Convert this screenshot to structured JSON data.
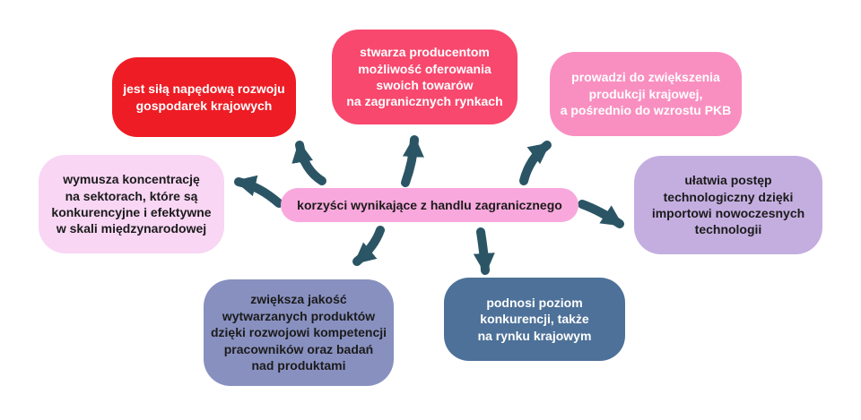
{
  "diagram": {
    "background": "#ffffff",
    "arrow_color": "#2b5565",
    "center": {
      "label": "korzyści wynikające z handlu zagranicznego",
      "bg": "#f8a8dc",
      "text_color": "#1b1b1b"
    },
    "nodes": {
      "driving_force": {
        "lines": [
          "jest siłą napędową rozwoju",
          "gospodarek krajowych"
        ],
        "bg": "#ee1c24",
        "text_color": "#ffffff"
      },
      "foreign_markets": {
        "lines": [
          "stwarza producentom",
          "możliwość oferowania",
          "swoich towarów",
          "na zagranicznych rynkach"
        ],
        "bg": "#f8486e",
        "text_color": "#ffffff"
      },
      "production_gdp": {
        "lines": [
          "prowadzi do zwiększenia",
          "produkcji krajowej,",
          "a pośrednio do wzrostu PKB"
        ],
        "bg": "#f98fc0",
        "text_color": "#ffffff"
      },
      "sector_focus": {
        "lines": [
          "wymusza koncentrację",
          "na sektorach, które są",
          "konkurencyjne i efektywne",
          "w skali międzynarodowej"
        ],
        "bg": "#f8d6f4",
        "text_color": "#1b1b1b"
      },
      "tech_progress": {
        "lines": [
          "ułatwia postęp",
          "technologiczny dzięki",
          "importowi nowoczesnych",
          "technologii"
        ],
        "bg": "#c4aee0",
        "text_color": "#1b1b1b"
      },
      "product_quality": {
        "lines": [
          "zwiększa jakość",
          "wytwarzanych produktów",
          "dzięki rozwojowi kompetencji",
          "pracowników oraz badań",
          "nad produktami"
        ],
        "bg": "#8890c0",
        "text_color": "#1b1b1b"
      },
      "competition": {
        "lines": [
          "podnosi poziom",
          "konkurencji, także",
          "na rynku krajowym"
        ],
        "bg": "#4d7198",
        "text_color": "#ffffff"
      }
    }
  }
}
